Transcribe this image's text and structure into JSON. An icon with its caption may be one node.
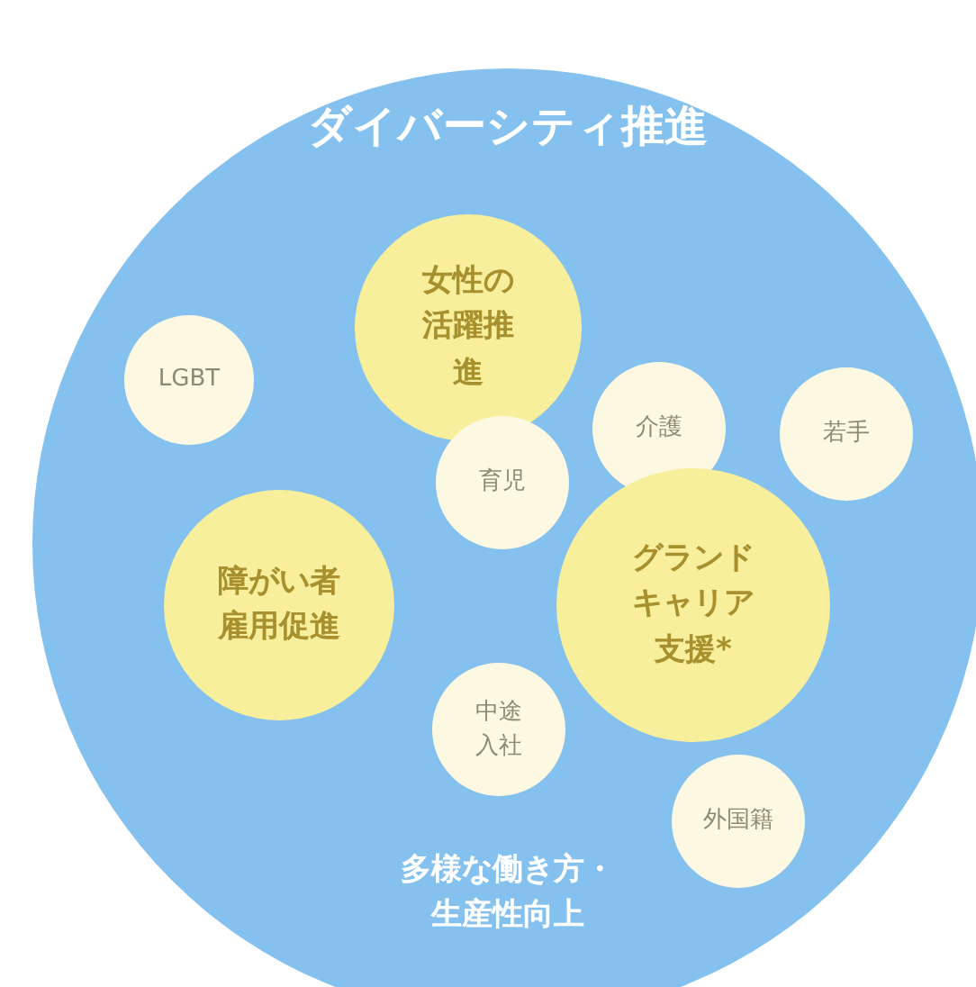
{
  "diagram": {
    "nodes": [
      {
        "text": [
          "ダイバーシティ推進",
          "多様な働き方・生産性向上"
        ]
      },
      {
        "text": [
          "女性の活躍推進"
        ],
        "in": 0
      },
      {
        "text": [
          "LGBT"
        ],
        "in": 0
      },
      {
        "text": [
          "介護"
        ],
        "in": 0
      },
      {
        "text": [
          "若手"
        ],
        "in": 0
      },
      {
        "text": [
          "育児"
        ],
        "in": 0
      },
      {
        "text": [
          "障がい者雇用促進"
        ],
        "in": 0
      },
      {
        "text": [
          "グランドキャリア支援*"
        ],
        "in": 0
      },
      {
        "text": [
          "中途入社"
        ],
        "in": 0
      },
      {
        "text": [
          "外国籍"
        ],
        "in": 0
      }
    ],
    "edges": []
  }
}
